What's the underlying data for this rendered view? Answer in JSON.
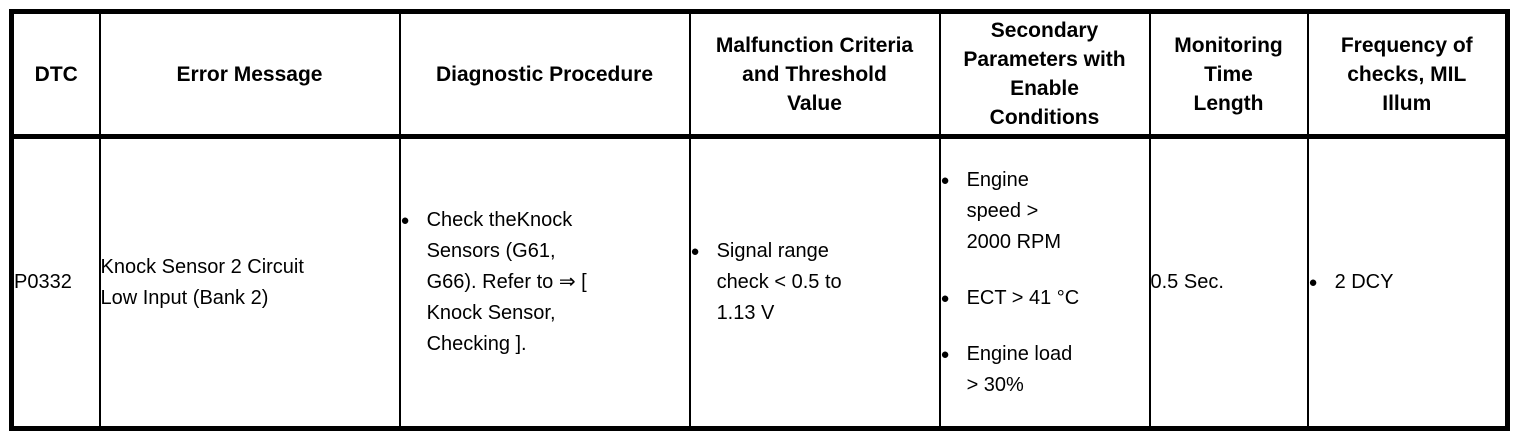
{
  "table": {
    "bullet_glyph": "●",
    "colors": {
      "border": "#000000",
      "text": "#000000",
      "background": "#ffffff"
    },
    "columns": [
      {
        "label": "DTC"
      },
      {
        "label": "Error Message"
      },
      {
        "label": "Diagnostic Procedure"
      },
      {
        "label": "Malfunction Criteria\nand Threshold\nValue"
      },
      {
        "label": "Secondary\nParameters with\nEnable\nConditions"
      },
      {
        "label": "Monitoring\nTime\nLength"
      },
      {
        "label": "Frequency of\nchecks, MIL\nIllum"
      }
    ],
    "row": {
      "dtc": "P0332",
      "error_message": "Knock Sensor 2 Circuit\nLow Input (Bank 2)",
      "diagnostic_procedure": [
        "Check theKnock\nSensors (G61,\nG66). Refer to ⇒ [\nKnock Sensor,\nChecking ]."
      ],
      "malfunction_criteria": [
        "Signal range\ncheck < 0.5 to\n1.13 V"
      ],
      "secondary_parameters": [
        "Engine\nspeed >\n2000 RPM",
        "ECT > 41 °C",
        "Engine load\n> 30%"
      ],
      "monitoring_time": "0.5 Sec.",
      "frequency": [
        "2 DCY"
      ]
    }
  }
}
